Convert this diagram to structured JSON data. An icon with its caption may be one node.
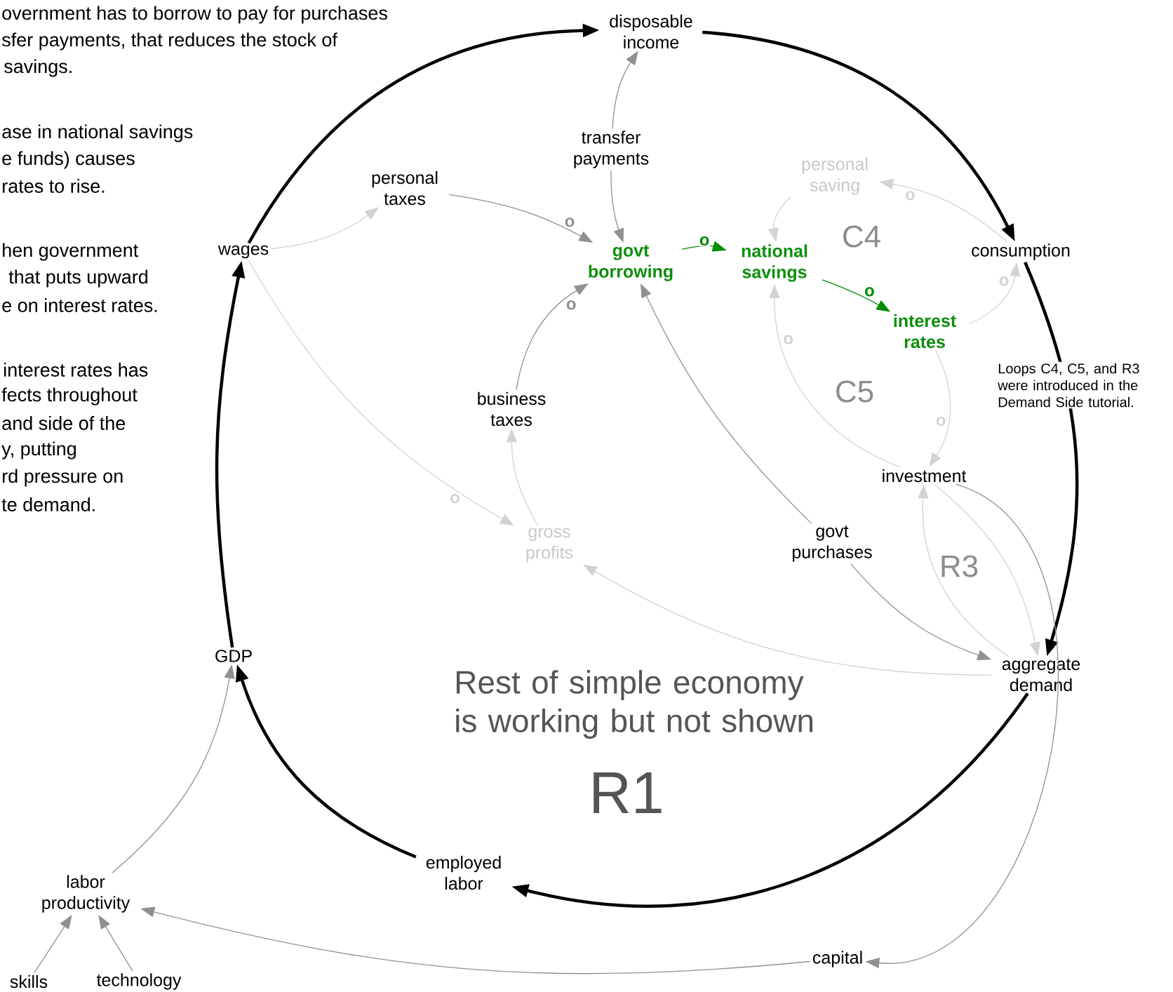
{
  "diagram": {
    "nodes": [
      {
        "text": [
          "disposable income"
        ]
      },
      {
        "text": [
          "transfer payments"
        ]
      },
      {
        "text": [
          "personal taxes"
        ]
      },
      {
        "text": [
          "wages"
        ]
      },
      {
        "text": [
          "govt borrowing"
        ]
      },
      {
        "text": [
          "national savings"
        ]
      },
      {
        "text": [
          "personal saving"
        ]
      },
      {
        "text": [
          "consumption"
        ]
      },
      {
        "text": [
          "interest rates"
        ]
      },
      {
        "text": [
          "business taxes"
        ]
      },
      {
        "text": [
          "investment"
        ]
      },
      {
        "text": [
          "gross profits"
        ]
      },
      {
        "text": [
          "govt purchases"
        ]
      },
      {
        "text": [
          "GDP"
        ]
      },
      {
        "text": [
          "aggregate demand"
        ]
      },
      {
        "text": [
          "employed labor"
        ]
      },
      {
        "text": [
          "labor productivity"
        ]
      },
      {
        "text": [
          "skills"
        ]
      },
      {
        "text": [
          "technology"
        ]
      },
      {
        "text": [
          "capital"
        ]
      }
    ],
    "edges": [
      {
        "from": 3,
        "to": 0,
        "arrow": "to",
        "style": "thick",
        "color": "#000000"
      },
      {
        "from": 0,
        "to": 7,
        "arrow": "to",
        "style": "thick",
        "color": "#000000"
      },
      {
        "from": 7,
        "to": 14,
        "arrow": "to",
        "style": "thick",
        "color": "#000000"
      },
      {
        "from": 14,
        "to": 15,
        "arrow": "to",
        "style": "thick",
        "color": "#000000"
      },
      {
        "from": 15,
        "to": 13,
        "arrow": "to",
        "style": "thick",
        "color": "#000000"
      },
      {
        "from": 13,
        "to": 3,
        "arrow": "to",
        "style": "thick",
        "color": "#000000"
      },
      {
        "from": 1,
        "to": 0,
        "arrow": "to"
      },
      {
        "from": 1,
        "to": 4,
        "arrow": "to"
      },
      {
        "from": 2,
        "to": 4,
        "arrow": "to",
        "label": "o"
      },
      {
        "from": 3,
        "to": 2,
        "arrow": "to",
        "color": "#d3d3d3"
      },
      {
        "from": 3,
        "to": 11,
        "arrow": "to",
        "label": "o",
        "color": "#d3d3d3"
      },
      {
        "from": 4,
        "to": 5,
        "arrow": "to",
        "label": "o",
        "color": "#008c00"
      },
      {
        "from": 5,
        "to": 8,
        "arrow": "to",
        "label": "o",
        "color": "#008c00"
      },
      {
        "from": 6,
        "to": 5,
        "arrow": "to",
        "color": "#d3d3d3"
      },
      {
        "from": 7,
        "to": 6,
        "arrow": "to",
        "label": "o",
        "color": "#d3d3d3"
      },
      {
        "from": 8,
        "to": 7,
        "arrow": "to",
        "label": "o",
        "color": "#d3d3d3"
      },
      {
        "from": 8,
        "to": 10,
        "arrow": "to",
        "label": "o",
        "color": "#d3d3d3"
      },
      {
        "from": 10,
        "to": 5,
        "arrow": "to",
        "label": "o",
        "color": "#d3d3d3"
      },
      {
        "from": 9,
        "to": 4,
        "arrow": "to",
        "label": "o"
      },
      {
        "from": 11,
        "to": 9,
        "arrow": "to",
        "color": "#d3d3d3"
      },
      {
        "from": 12,
        "to": 4,
        "arrow": "to"
      },
      {
        "from": 12,
        "to": 14,
        "arrow": "to"
      },
      {
        "from": 10,
        "to": 14,
        "arrow": "to",
        "color": "#d3d3d3"
      },
      {
        "from": 14,
        "to": 10,
        "arrow": "to",
        "color": "#d3d3d3"
      },
      {
        "from": 14,
        "to": 11,
        "arrow": "to",
        "color": "#d3d3d3"
      },
      {
        "from": 10,
        "to": 19,
        "arrow": "to"
      },
      {
        "from": 19,
        "to": 16,
        "arrow": "to"
      },
      {
        "from": 16,
        "to": 13,
        "arrow": "to"
      },
      {
        "from": 17,
        "to": 16,
        "arrow": "to"
      },
      {
        "from": 18,
        "to": 16,
        "arrow": "to"
      }
    ],
    "labels": [
      "overnment has to borrow to pay for purchases",
      "sfer payments, that reduces the stock of",
      "savings.",
      "ase in national savings",
      "e funds) causes",
      "rates to rise.",
      "hen government",
      "that puts upward",
      "e on interest rates.",
      "interest rates has",
      "fects throughout",
      "and side of the",
      "y, putting",
      "rd pressure on",
      "te demand.",
      "C4",
      "Loops C4, C5, and R3 were introduced in the Demand Side tutorial.",
      "C5",
      "R3",
      "Rest of simple economy is working but not shown",
      "R1"
    ]
  }
}
